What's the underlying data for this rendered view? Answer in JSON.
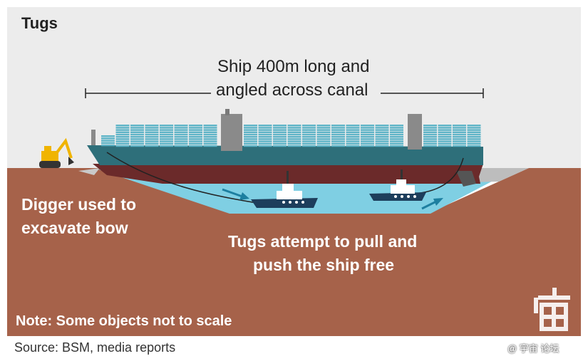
{
  "title": "Tugs",
  "ship_label": {
    "line1": "Ship 400m long and",
    "line2": "angled across canal"
  },
  "digger_label": {
    "line1": "Digger used to",
    "line2": "excavate bow"
  },
  "tugs_label": {
    "line1": "Tugs attempt to pull and",
    "line2": "push the ship free"
  },
  "note": "Note: Some objects not to scale",
  "source": "Source: BSM, media reports",
  "watermark": "@ 宇宙 论坛",
  "colors": {
    "sky": "#ececec",
    "ground": "#a6624a",
    "water": "#7fcfe3",
    "hull": "#2e6f7a",
    "hull_bottom": "#6b2a2a",
    "containers": "#5eb4c7",
    "bridge": "#8a8a8a",
    "digger": "#f0b400",
    "tug": "#1d3e5c",
    "text_dark": "#222222",
    "text_light": "#ffffff"
  },
  "icons": [
    "digger-icon",
    "tug-boat-icon",
    "container-ship-icon",
    "arrow-icon"
  ]
}
